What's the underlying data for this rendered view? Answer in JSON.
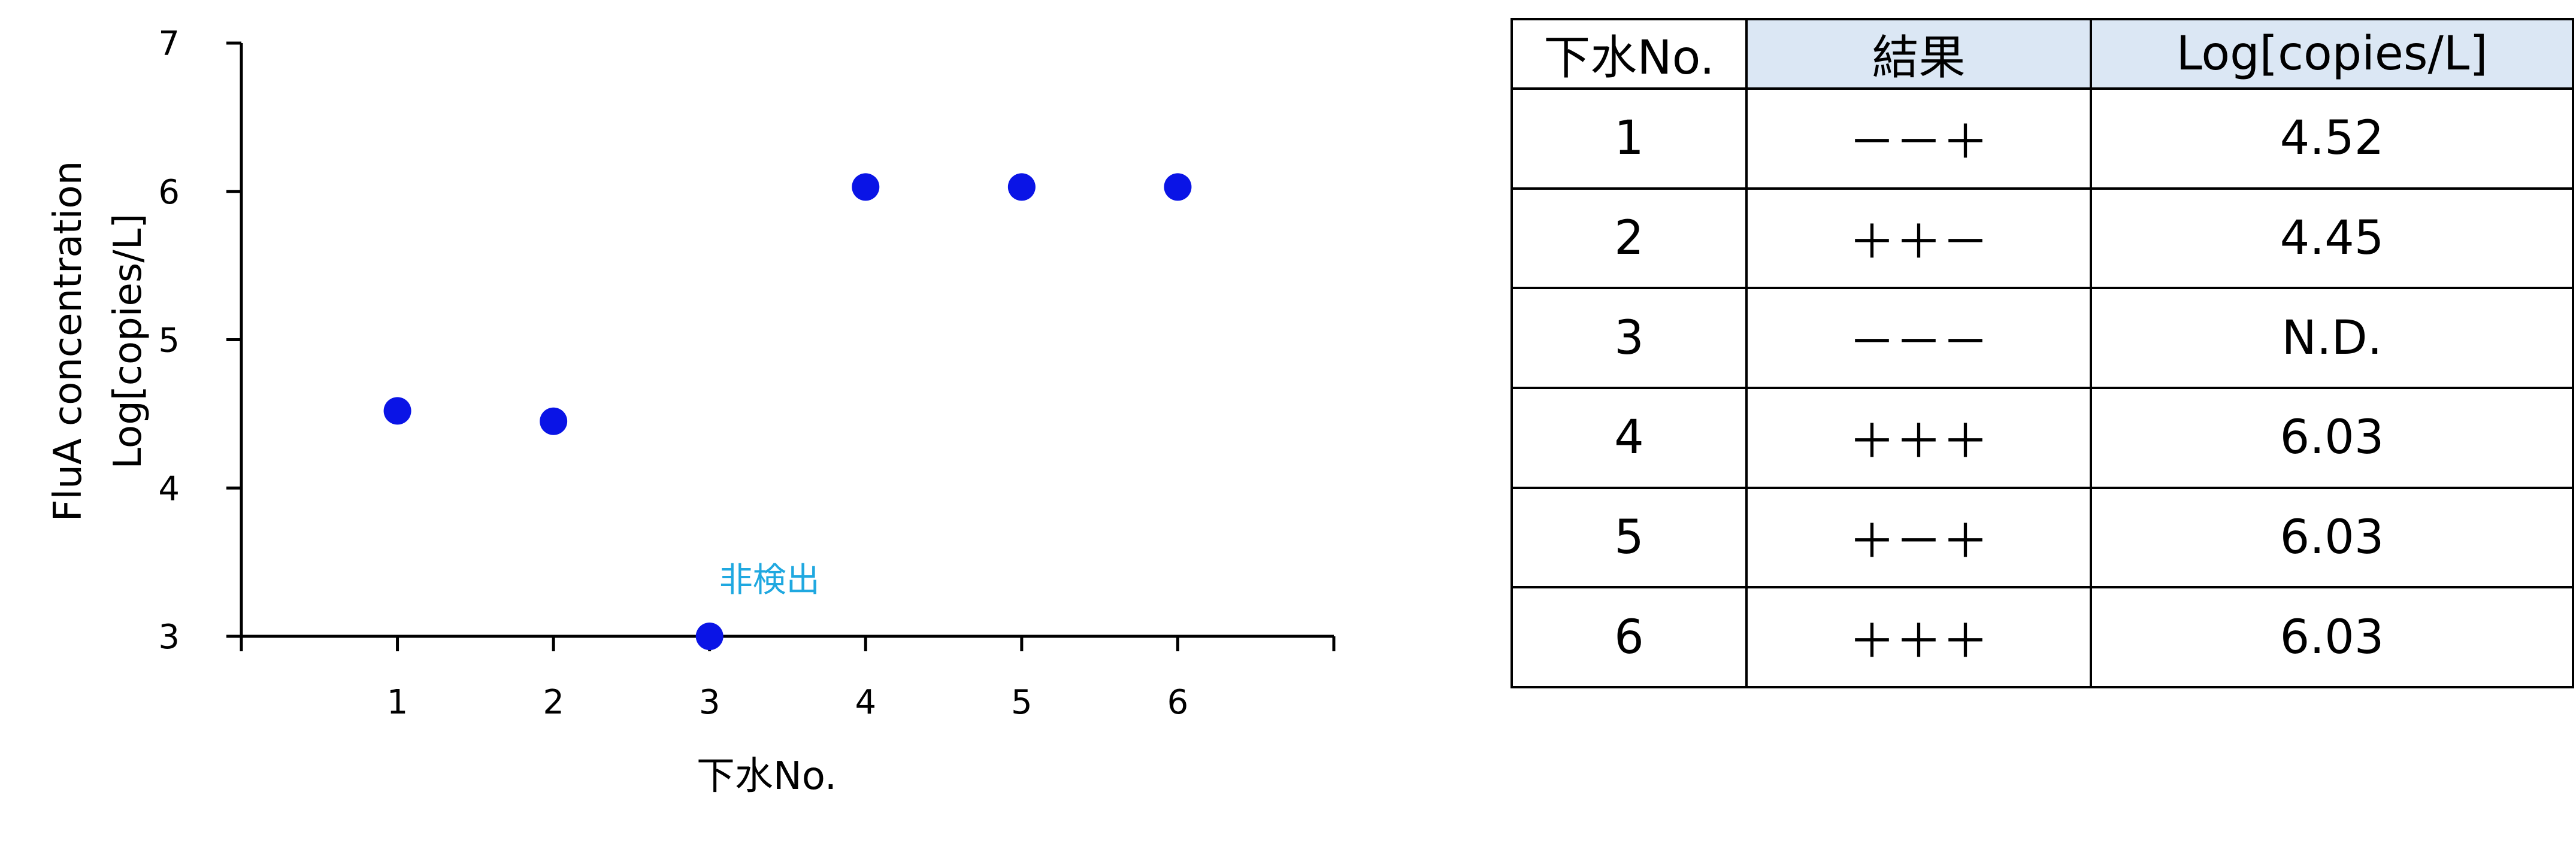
{
  "chart_data": {
    "type": "scatter",
    "x": [
      1,
      2,
      3,
      4,
      5,
      6
    ],
    "y": [
      4.52,
      4.45,
      3,
      6.03,
      6.03,
      6.03
    ],
    "xticks": [
      "1",
      "2",
      "3",
      "4",
      "5",
      "6"
    ],
    "yticks": [
      "3",
      "4",
      "5",
      "6",
      "7"
    ],
    "xlim": [
      0,
      7
    ],
    "ylim": [
      3,
      7
    ],
    "xlabel": "下水No.",
    "ylabel_line1": "FluA concentration",
    "ylabel_line2": "Log[copies/L]",
    "marker_color": "#0a14e6",
    "annotations": [
      {
        "x": 3,
        "y": 3,
        "text": "非検出",
        "color": "#1fa8e0"
      }
    ],
    "grid": false
  },
  "table": {
    "header_fill": "#dbe7f4",
    "headers": [
      "下水No.",
      "結果",
      "Log[copies/L]"
    ],
    "rows": [
      [
        "1",
        "－－＋",
        "4.52"
      ],
      [
        "2",
        "＋＋－",
        "4.45"
      ],
      [
        "3",
        "－－－",
        "N.D."
      ],
      [
        "4",
        "＋＋＋",
        "6.03"
      ],
      [
        "5",
        "＋－＋",
        "6.03"
      ],
      [
        "6",
        "＋＋＋",
        "6.03"
      ]
    ]
  }
}
